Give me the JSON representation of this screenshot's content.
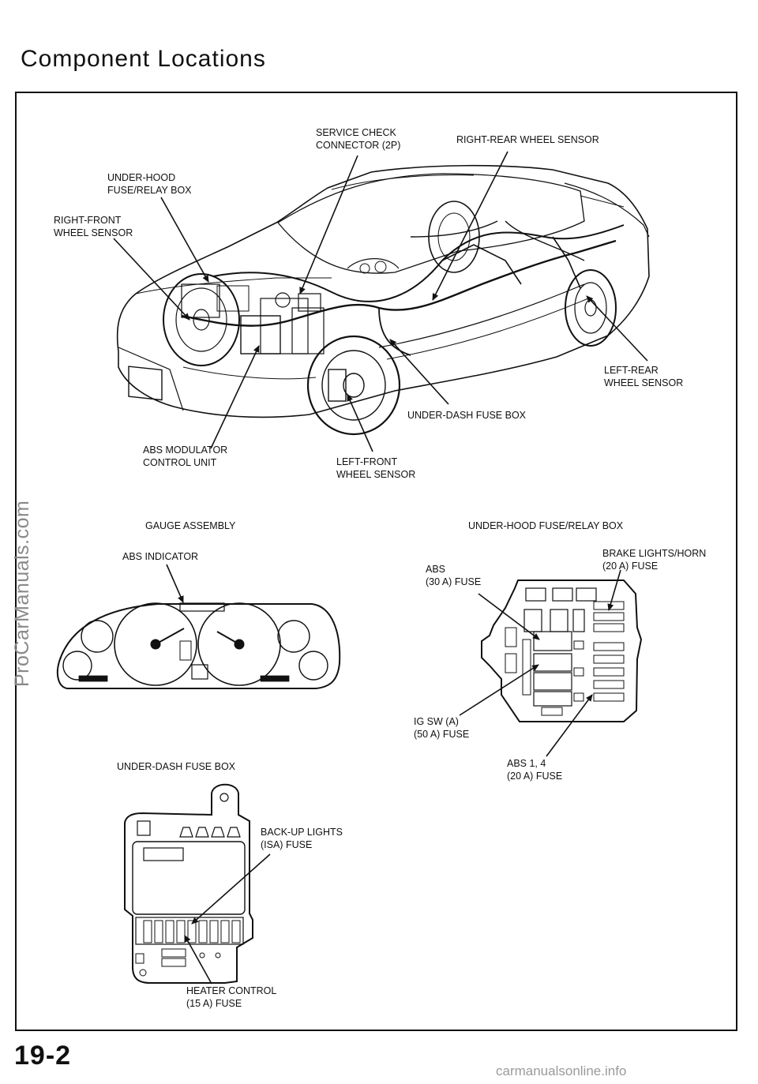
{
  "page": {
    "title": "Component Locations",
    "page_number": "19-2",
    "watermark_side": "ProCarManuals.com",
    "watermark_bottom": "carmanualsonline.info"
  },
  "car_labels": {
    "service_check": "SERVICE CHECK\nCONNECTOR (2P)",
    "right_rear": "RIGHT-REAR WHEEL SENSOR",
    "under_hood_box": "UNDER-HOOD\nFUSE/RELAY BOX",
    "right_front": "RIGHT-FRONT\nWHEEL SENSOR",
    "left_rear": "LEFT-REAR\nWHEEL SENSOR",
    "under_dash_box": "UNDER-DASH FUSE BOX",
    "abs_modulator": "ABS MODULATOR\nCONTROL UNIT",
    "left_front": "LEFT-FRONT\nWHEEL SENSOR"
  },
  "gauge": {
    "heading": "GAUGE ASSEMBLY",
    "abs_indicator": "ABS INDICATOR"
  },
  "hood_box": {
    "heading": "UNDER-HOOD FUSE/RELAY BOX",
    "brake_lights": "BRAKE LIGHTS/HORN\n(20 A) FUSE",
    "abs_30": "ABS\n(30 A) FUSE",
    "ig_sw": "IG SW (A)\n(50 A) FUSE",
    "abs_14": "ABS 1, 4\n(20 A) FUSE"
  },
  "dash_box": {
    "heading": "UNDER-DASH FUSE BOX",
    "backup": "BACK-UP LIGHTS\n(ISA) FUSE",
    "heater": "HEATER CONTROL\n(15 A) FUSE"
  }
}
